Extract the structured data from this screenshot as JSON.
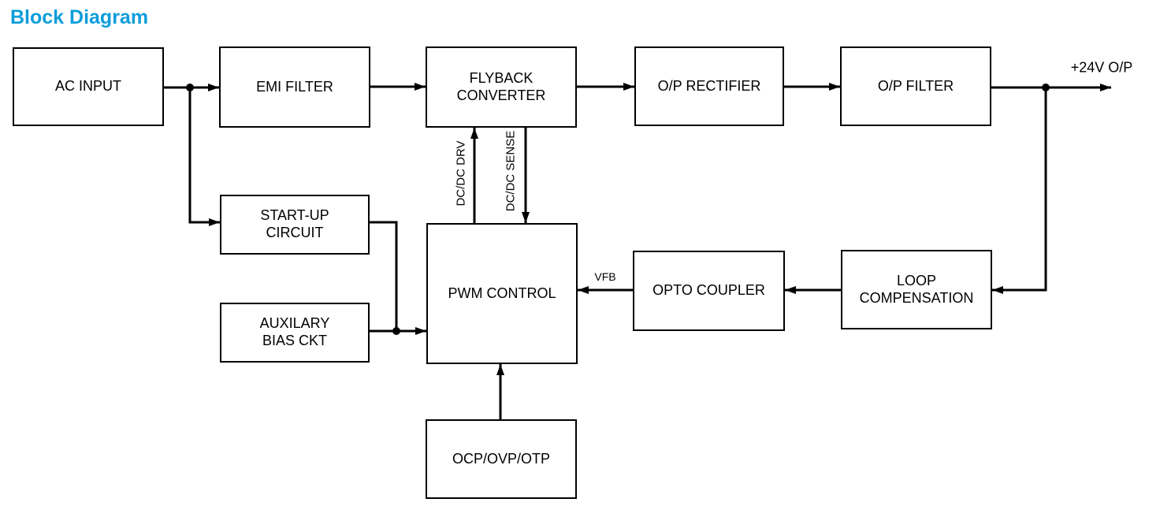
{
  "page": {
    "title": "Block Diagram",
    "title_color": "#0d9ddb",
    "background_color": "#ffffff",
    "line_color": "#000000"
  },
  "diagram": {
    "blocks": [
      {
        "id": "ac-input",
        "label": "AC INPUT"
      },
      {
        "id": "emi-filter",
        "label": "EMI FILTER"
      },
      {
        "id": "flyback-converter",
        "label": "FLYBACK\nCONVERTER"
      },
      {
        "id": "op-rectifier",
        "label": "O/P RECTIFIER"
      },
      {
        "id": "op-filter",
        "label": "O/P FILTER"
      },
      {
        "id": "startup-circuit",
        "label": "START-UP\nCIRCUIT"
      },
      {
        "id": "auxilary-bias-ckt",
        "label": "AUXILARY\nBIAS CKT"
      },
      {
        "id": "pwm-control",
        "label": "PWM CONTROL"
      },
      {
        "id": "ocp-ovp-otp",
        "label": "OCP/OVP/OTP"
      },
      {
        "id": "opto-coupler",
        "label": "OPTO COUPLER"
      },
      {
        "id": "loop-compensation",
        "label": "LOOP\nCOMPENSATION"
      }
    ],
    "signal_labels": [
      {
        "id": "output",
        "label": "+24V O/P"
      },
      {
        "id": "vfb",
        "label": "VFB"
      },
      {
        "id": "dcdc-drv",
        "label": "DC/DC DRV"
      },
      {
        "id": "dcdc-sense",
        "label": "DC/DC SENSE"
      }
    ]
  }
}
